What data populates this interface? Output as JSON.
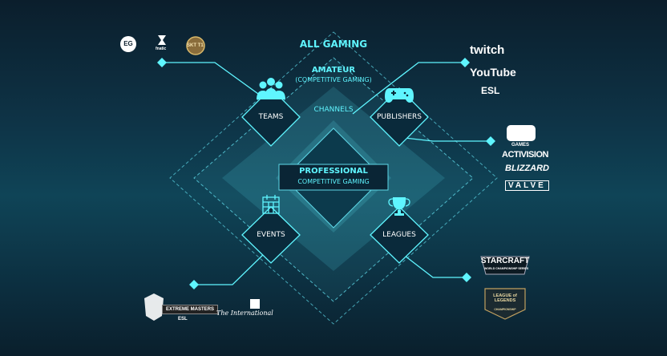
{
  "diagram": {
    "tiers": {
      "all": "ALL GAMING",
      "amateur": "AMATEUR",
      "amateur_sub": "(COMPETITIVE GAMING)",
      "channels": "CHANNELS",
      "professional": "PROFESSIONAL",
      "professional_sub": "COMPETITIVE GAMING"
    },
    "nodes": {
      "teams": "TEAMS",
      "publishers": "PUBLISHERS",
      "events": "EVENTS",
      "leagues": "LEAGUES"
    },
    "icons": {
      "teams": "people-group-icon",
      "publishers": "gamepad-icon",
      "events": "calendar-icon",
      "leagues": "trophy-icon"
    },
    "logos": {
      "teams": [
        "EG",
        "fnatic",
        "SKT T1"
      ],
      "channels": [
        "twitch",
        "YouTube",
        "ESL"
      ],
      "publishers": [
        "GAMES",
        "ACTIVISION",
        "BLIZZARD",
        "VALVE"
      ],
      "events": [
        "The International",
        "EXTREME MASTERS",
        "ESL"
      ],
      "leagues": [
        "STARCRAFT",
        "WORLD CHAMPIONSHIP SERIES",
        "LEAGUE of LEGENDS",
        "CHAMPIONSHIP"
      ]
    },
    "colors": {
      "accent": "#5ff5ff",
      "node_fill": "#0a2a3b"
    }
  }
}
